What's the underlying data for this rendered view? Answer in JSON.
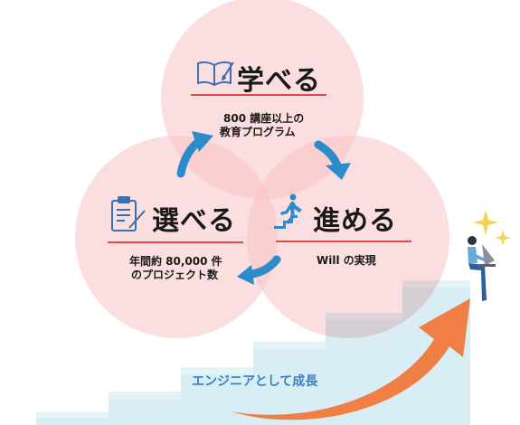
{
  "colors": {
    "circle": "#f8c3c5",
    "underline": "#e24a4a",
    "icon_blue": "#3a6fb0",
    "arrow_blue": "#2a8cc9",
    "stairs_light": "#e3f3f7",
    "stairs_mid": "#d3ecf2",
    "big_arrow": "#ef7f45",
    "banner_text": "#3a7fbf",
    "sparkle": "#f2d45c"
  },
  "learn": {
    "title": "学べる",
    "line1": "800 講座以上の",
    "line2": "教育プログラム",
    "icon": "open-book-pen-icon"
  },
  "choose": {
    "title": "選べる",
    "line1": "年間約 80,000 件",
    "line2": "のプロジェクト数",
    "icon": "clipboard-pen-icon"
  },
  "advance": {
    "title": "進める",
    "line1": "Will の実現",
    "icon": "runner-stairs-icon"
  },
  "growth": {
    "label": "エンジニアとして成長"
  }
}
